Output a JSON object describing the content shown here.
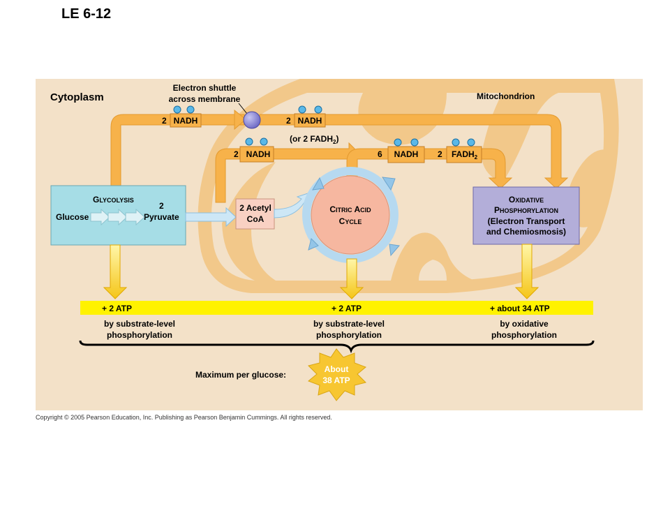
{
  "slide_title": "LE 6-12",
  "cytoplasm_label": "Cytoplasm",
  "mitochondrion_label": "Mitochondrion",
  "shuttle_label_line1": "Electron shuttle",
  "shuttle_label_line2": "across membrane",
  "nadh_boxes": [
    {
      "count": "2",
      "label": "NADH"
    },
    {
      "count": "2",
      "label": "NADH"
    },
    {
      "count": "2",
      "label": "NADH"
    },
    {
      "count": "6",
      "label": "NADH"
    }
  ],
  "fadh2_box": {
    "count": "2",
    "label": "FADH",
    "subscript": "2"
  },
  "or_fadh2_note": {
    "prefix": "(or 2 FADH",
    "subscript": "2",
    "suffix": ")"
  },
  "glycolysis": {
    "title_first": "G",
    "title_rest": "LYCOLYSIS",
    "glucose": "Glucose",
    "pyruvate_count": "2",
    "pyruvate": "Pyruvate"
  },
  "acetyl_coa": {
    "line1": "2 Acetyl",
    "line2": "CoA"
  },
  "citric_acid_cycle": {
    "w1_first": "C",
    "w1_rest": "ITRIC",
    "w2_first": "A",
    "w2_rest": "CID",
    "w3_first": "C",
    "w3_rest": "YCLE"
  },
  "oxidative": {
    "l1_first": "O",
    "l1_rest": "XIDATIVE",
    "l2_first": "P",
    "l2_rest": "HOSPHORYLATION",
    "l3": "(Electron Transport",
    "l4": "and Chemiosmosis)"
  },
  "atp_yields": [
    {
      "amount": "+ 2 ATP",
      "desc_line1": "by substrate-level",
      "desc_line2": "phosphorylation"
    },
    {
      "amount": "+ 2 ATP",
      "desc_line1": "by substrate-level",
      "desc_line2": "phosphorylation"
    },
    {
      "amount": "+ about 34 ATP",
      "desc_line1": "by oxidative",
      "desc_line2": "phosphorylation"
    }
  ],
  "maximum_label": "Maximum per glucose:",
  "maximum_burst": {
    "line1": "About",
    "line2": "38 ATP"
  },
  "copyright": "Copyright © 2005 Pearson Education, Inc. Publishing as Pearson Benjamin Cummings. All rights reserved.",
  "colors": {
    "panel": "#f3e1c8",
    "mito_membrane": "#f2c88a",
    "arrow_orange": "#f7b24a",
    "glycolysis_box": "#a6dde6",
    "acetyl_box": "#f9d1c3",
    "citric_circle": "#f6b7a0",
    "cycle_ring": "#b6d9f0",
    "oxidative_box": "#b3aed9",
    "atp_band": "#fff200",
    "burst": "#f7c631",
    "shuttle": "#8b88d6",
    "electron": "#5ab8e8"
  }
}
